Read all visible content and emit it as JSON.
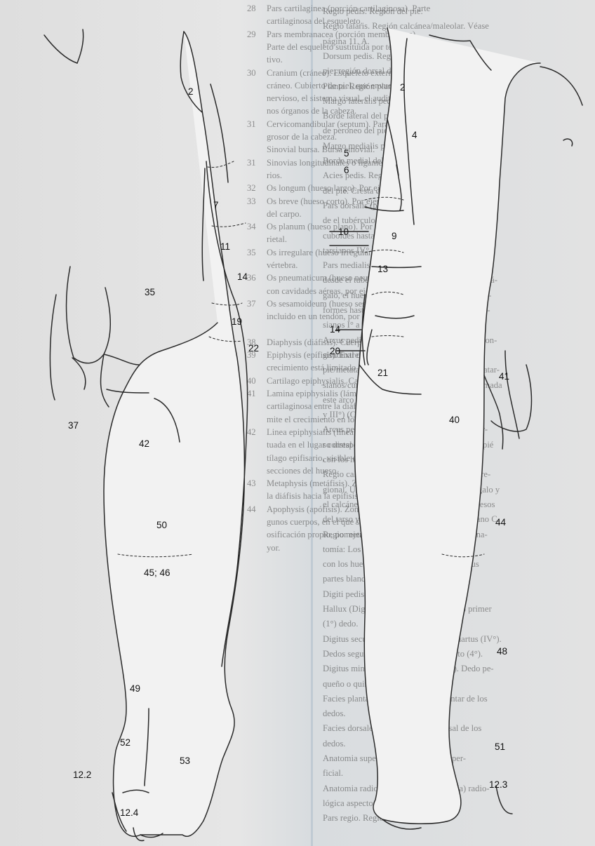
{
  "left_column": {
    "rows": [
      {
        "num": "28",
        "text": "Pars cartilaginea (porción cartilaginosa). Parte"
      },
      {
        "num": "",
        "text": "cartilaginosa del esqueleto."
      },
      {
        "num": "29",
        "text": "Pars membranacea (porción membranosa)."
      },
      {
        "num": "",
        "text": "Parte del esqueleto sustituida por tejido conec-"
      },
      {
        "num": "",
        "text": "tivo."
      },
      {
        "num": "30",
        "text": "Cranium (cráneo). Esqueleto externo del"
      },
      {
        "num": "",
        "text": "cráneo. Cubierto de piel, que envuelve el tejido"
      },
      {
        "num": "",
        "text": "nervioso, el sistema visual, el auditivo y algu-"
      },
      {
        "num": "",
        "text": "nos órganos de la cabeza."
      },
      {
        "num": "31",
        "text": "Cervicomandibular (septum). Para tener límite"
      },
      {
        "num": "",
        "text": "grosor de la cabeza."
      },
      {
        "num": "",
        "text": "Sinovial bursa. Bursa sinovial."
      },
      {
        "num": "31",
        "text": "Sinovias longitudinales o ligamentos suspenso-"
      },
      {
        "num": "",
        "text": "rios."
      },
      {
        "num": "32",
        "text": "Os longum (hueso largo). Por ejemplo, la tibia."
      },
      {
        "num": "33",
        "text": "Os breve (hueso corto). Por ejemplo, los huesos"
      },
      {
        "num": "",
        "text": "del carpo."
      },
      {
        "num": "34",
        "text": "Os planum (hueso plano). Por ejemplo, el pa-"
      },
      {
        "num": "",
        "text": "rietal."
      },
      {
        "num": "35",
        "text": "Os irregulare (hueso irregular). Por ejemplo, el"
      },
      {
        "num": "",
        "text": "vértebra."
      },
      {
        "num": "36",
        "text": "Os pneumaticum (hueso neumático). Hueso"
      },
      {
        "num": "",
        "text": "con cavidades aéreas, por ejemplo, el etmoides."
      },
      {
        "num": "37",
        "text": "Os sesamoideum (hueso sesamoideo). Hueso"
      },
      {
        "num": "",
        "text": "incluido en un tendón, por ejemplo, el ganchoso."
      },
      {
        "num": "",
        "text": ""
      },
      {
        "num": "38",
        "text": "Diaphysis (diáfisis). Cuerpo del hueso."
      },
      {
        "num": "39",
        "text": "Epiphysis (epífisis). Extremo de un hueso cuyo"
      },
      {
        "num": "",
        "text": "crecimiento está limitado en el tiempo."
      },
      {
        "num": "40",
        "text": "Cartilago epiphysialis. Cartílago epifisario."
      },
      {
        "num": "41",
        "text": "Lamina epiphysialis (lámina epifisaria). Zona"
      },
      {
        "num": "",
        "text": "cartilaginosa entre la diáfisis y la epífisis. Per-"
      },
      {
        "num": "",
        "text": "mite el crecimiento en longitud del hueso."
      },
      {
        "num": "42",
        "text": "Linea epiphysialis (línea epifisaria). Línea si-"
      },
      {
        "num": "",
        "text": "tuada en el lugar correspondiente al antiguo car-"
      },
      {
        "num": "",
        "text": "tílago epifisario, visible en las radiografías y en"
      },
      {
        "num": "",
        "text": "secciones del hueso."
      },
      {
        "num": "43",
        "text": "Metaphysis (metáfisis). Zona de crecimiento de"
      },
      {
        "num": "",
        "text": "la diáfisis hacia la epífisis."
      },
      {
        "num": "44",
        "text": "Apophysis (apófisis). Zona de desarrollo en al-"
      },
      {
        "num": "",
        "text": "gunos cuerpos, en el que se origina un centro de"
      },
      {
        "num": "",
        "text": "osificación propio, por ejemplo, el trocánter ma-"
      },
      {
        "num": "",
        "text": "yor."
      }
    ]
  },
  "right_column": {
    "rows": [
      "Regio pedis. Región del pie.",
      "Regio talaris. Región calcánea/maleolar. Véase",
      "página 11, A.",
      "Dorsum pedis. Región dorsal del pie. Dorso del",
      "pie; región dorsal del pie.",
      "Planta. Región plantar. Planta del pie; planta.",
      "Margo lateralis pedis. Margen lateral del pie.",
      "Borde lateral del pie; borde fibular del pie o bor-",
      "de peroneo del pie.",
      "Margo medialis pedis. Margen medial del pie.",
      "Borde medial del pie; borde tibial del pie.",
      "Acies pedis. Región dorsal/margen longitudinal",
      "del pie. Cresta de desprendimiento.",
      "Pars dorsalis (porción dorsal). Se extiende des-",
      "de el tubérculo del calcáneo a través del hueso",
      "cuboides hasta las cabezas de los huesos meta-",
      "tarsianos IV° a V° (C).",
      "Pars medialis (porción medial). Se extiende",
      "desde el tubérculo del calcáneo a través del astrá-",
      "galo, el hueso navicular y los tres huesos cunei-",
      "formes hasta las cabezas de los huesos metatar-",
      "sianos I° a III° (C).",
      "Arcus pedis (arcos del pie) proximales. Arco lon-",
      "gitudinal del pie. Bóveda transversal del",
      "pie/metatarso. Es formada por los huesos metatar-",
      "sianos/cuneiformes. La planta del pie está formada",
      "este arco por los huesos metatarsianos (I°, II°",
      "y III°) (C).",
      "Arcus pedis transversus distalis (arco transver-",
      "so distal del pie). Bóveda transversal del antepié",
      "con los huesos metatarsianos I° a V°.",
      "Regio calcanea (región calcánea). Anatomía re-",
      "gional. Una superficie de apoyo con el astrágalo y",
      "el calcáneo. Equivale a la del nivel de los huesos",
      "del tarso y de las cuñas plantares. Metatarsiano C.",
      "Regio metatarsalis (región metatarsiana). Ana-",
      "tomía: Los ortejos del pie. Cinco: antepié,",
      "con los huesos metatarsianos, falanges y sus",
      "partes blandas (C).",
      "Digiti pedis (dedos del pie) C.",
      "Hallux (Digitus primus I). Dedo gordo o primer",
      "(1°) dedo.",
      "Digitus secundus (II°), tertius (III°), quartus (IV°).",
      "Dedos segundo (2°), tercero (3°), cuarto (4°).",
      "Digitus minimus/Digitus quintus (V°). Dedo pe-",
      "queño o quinto (5°) dedo.",
      "Facies plantares digitorum. Cara plantar de los",
      "dedos.",
      "Facies dorsales digitorum. Cara dorsal de los",
      "dedos.",
      "Anatomia superficialis. Anatomía super-",
      "ficial.",
      "Anatomia radiologica/clinica (anatomía) radio-",
      "lógica aspectos concretos.",
      "Pars regio. Región del pie."
    ]
  },
  "figure_labels": {
    "l2": "2",
    "l7": "7",
    "l11": "11",
    "l14": "14",
    "l35": "35",
    "l19": "19",
    "l22": "22",
    "l37": "37",
    "l42": "42",
    "l50": "50",
    "l4546": "45; 46",
    "l49": "49",
    "l52": "52",
    "l53": "53",
    "l122": "12.2",
    "l124": "12.4",
    "r2": "2",
    "r4": "4",
    "r5": "5",
    "r6": "6",
    "r10": "10",
    "r9": "9",
    "r13": "13",
    "r14": "14",
    "r20": "20",
    "r21": "21",
    "r41": "41",
    "r40": "40",
    "r44": "44",
    "r48": "48",
    "r51": "51",
    "r123": "12.3"
  }
}
